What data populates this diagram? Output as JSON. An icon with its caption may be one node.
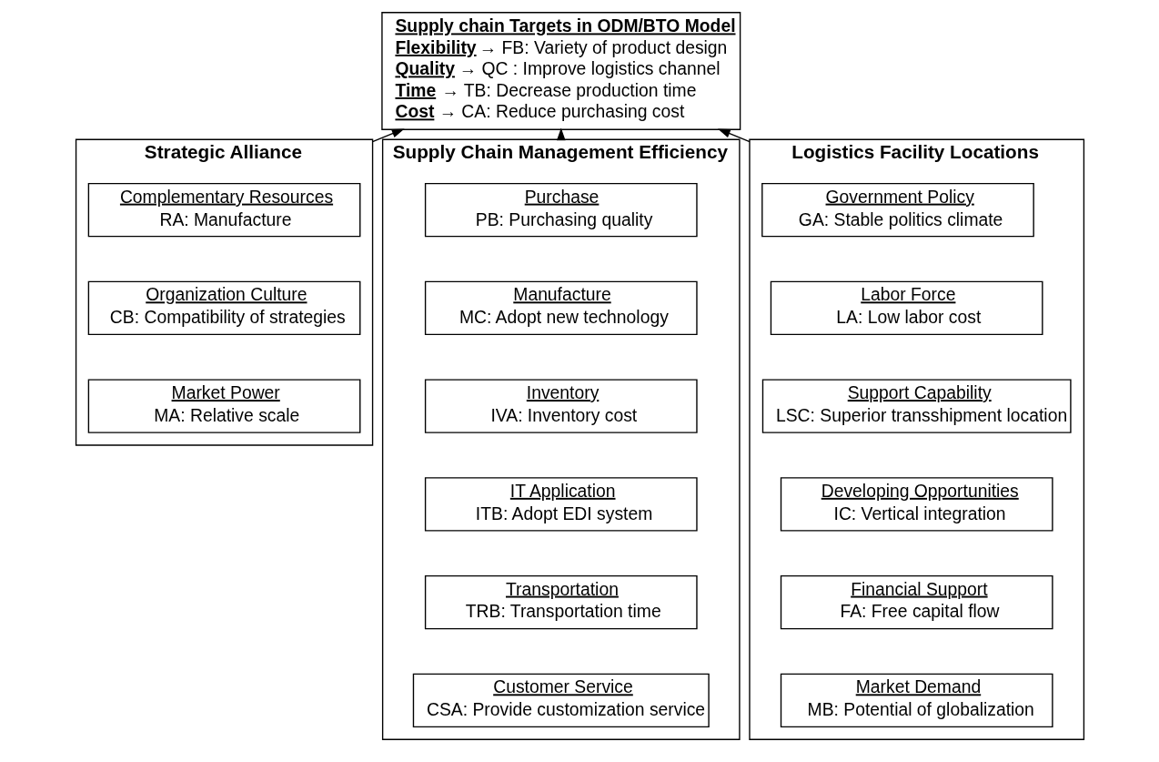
{
  "diagram": {
    "nodes": [
      {
        "text": [
          "Supply chain Targets in ODM/BTO Model",
          "**Flexibility** → FB: Variety of product design",
          "**Quality** → QC : Improve logistics channel",
          "**Time** → TB: Decrease production time",
          "**Cost** → CA: Reduce purchasing cost"
        ]
      },
      {
        "text": [
          "Strategic Alliance"
        ]
      },
      {
        "text": [
          "Complementary Resources",
          "RA: Manufacture"
        ],
        "in": 1
      },
      {
        "text": [
          "Organization Culture",
          "CB: Compatibility of strategies"
        ],
        "in": 1
      },
      {
        "text": [
          "Market Power",
          "MA: Relative scale"
        ],
        "in": 1
      },
      {
        "text": [
          "Supply Chain Management Efficiency"
        ]
      },
      {
        "text": [
          "Purchase",
          "PB: Purchasing quality"
        ],
        "in": 5
      },
      {
        "text": [
          "Manufacture",
          "MC: Adopt new technology"
        ],
        "in": 5
      },
      {
        "text": [
          "Inventory",
          "IVA: Inventory cost"
        ],
        "in": 5
      },
      {
        "text": [
          "IT Application",
          "ITB: Adopt EDI system"
        ],
        "in": 5
      },
      {
        "text": [
          "Transportation",
          "TRB: Transportation time"
        ],
        "in": 5
      },
      {
        "text": [
          "Customer Service",
          "CSA: Provide customization service"
        ],
        "in": 5
      },
      {
        "text": [
          "Logistics Facility Locations"
        ]
      },
      {
        "text": [
          "Government Policy",
          "GA: Stable politics climate"
        ],
        "in": 12
      },
      {
        "text": [
          "Labor Force",
          "LA: Low labor cost"
        ],
        "in": 12
      },
      {
        "text": [
          "Support Capability",
          "LSC: Superior transshipment location"
        ],
        "in": 12
      },
      {
        "text": [
          "Developing Opportunities",
          "IC: Vertical integration"
        ],
        "in": 12
      },
      {
        "text": [
          "Financial Support",
          "FA: Free capital flow"
        ],
        "in": 12
      },
      {
        "text": [
          "Market Demand",
          "MB: Potential of globalization"
        ],
        "in": 12
      }
    ],
    "edges": [
      {
        "from": 1,
        "to": 0,
        "arrow": "to"
      },
      {
        "from": 5,
        "to": 0,
        "arrow": "to"
      },
      {
        "from": 12,
        "to": 0,
        "arrow": "to"
      }
    ]
  }
}
